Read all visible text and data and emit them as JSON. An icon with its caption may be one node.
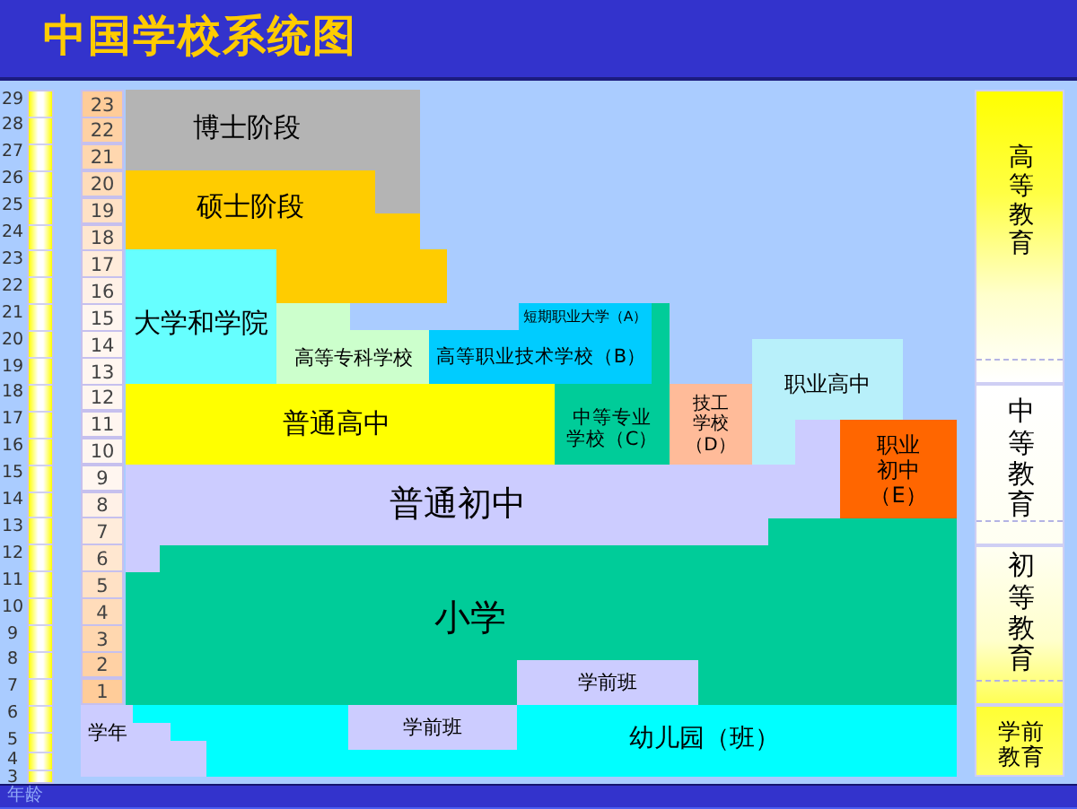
{
  "diagram": {
    "title": "中国学校系统图",
    "nodes": [
      {
        "text": [
          "博士阶段"
        ]
      },
      {
        "text": [
          "硕士阶段"
        ]
      },
      {
        "text": [
          "大学和学院"
        ]
      },
      {
        "text": [
          "短期职业大学（A）"
        ]
      },
      {
        "text": [
          "高等专科学校"
        ]
      },
      {
        "text": [
          "高等职业技术学校（B）"
        ]
      },
      {
        "text": [
          "职业高中"
        ]
      },
      {
        "text": [
          "普通高中"
        ]
      },
      {
        "text": [
          "中等专业学校（C）"
        ]
      },
      {
        "text": [
          "技工学校（D）"
        ]
      },
      {
        "text": [
          "职业初中（E）"
        ]
      },
      {
        "text": [
          "普通初中"
        ]
      },
      {
        "text": [
          "小学"
        ]
      },
      {
        "text": [
          "学前班"
        ],
        "in": 12
      },
      {
        "text": [
          "学年"
        ]
      },
      {
        "text": [
          "幼儿园（班）"
        ]
      },
      {
        "text": [
          "学前班"
        ],
        "in": 15
      },
      {
        "text": [
          "高等教育"
        ]
      },
      {
        "text": [
          "中等教育"
        ]
      },
      {
        "text": [
          "初等教育"
        ]
      },
      {
        "text": [
          "学前教育"
        ]
      }
    ],
    "labels": [
      "29",
      "28",
      "27",
      "26",
      "25",
      "24",
      "23",
      "22",
      "21",
      "20",
      "19",
      "18",
      "17",
      "16",
      "15",
      "14",
      "13",
      "12",
      "11",
      "10",
      "9",
      "8",
      "7",
      "6",
      "5",
      "4",
      "3",
      "23",
      "22",
      "21",
      "20",
      "19",
      "18",
      "17",
      "16",
      "15",
      "14",
      "13",
      "12",
      "11",
      "10",
      "9",
      "8",
      "7",
      "6",
      "5",
      "4",
      "3",
      "2",
      "1",
      "年龄"
    ]
  }
}
